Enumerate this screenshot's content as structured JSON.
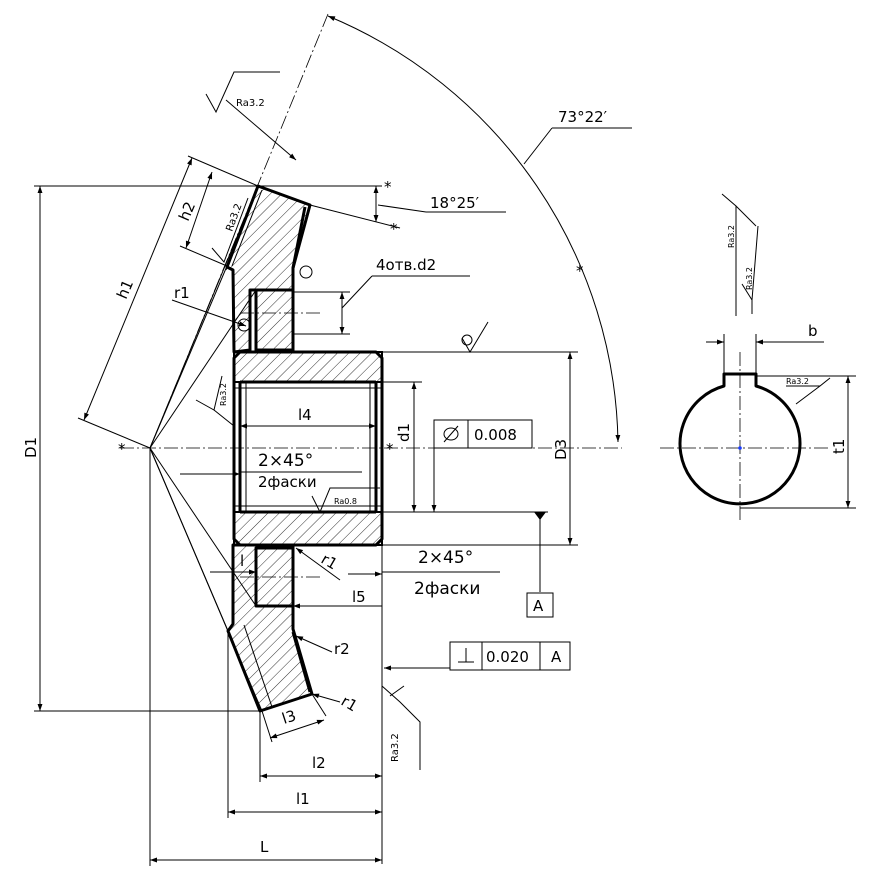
{
  "title": "",
  "labels": {
    "angle_outer": "73°22′",
    "angle_inner": "18°25′",
    "holes": "4отв.d2",
    "chamfer_top_size": "2×45°",
    "chamfer_top_count": "2фаски",
    "chamfer_bottom_size": "2×45°",
    "chamfer_bottom_count": "2фаски",
    "runout_tol": "0.008",
    "perp_tol": "0.020",
    "perp_datum": "A",
    "datum_A": "A",
    "dim_D1": "D1",
    "dim_D3": "D3",
    "dim_d1": "d1",
    "dim_l4": "l4",
    "dim_l5": "l5",
    "dim_l3": "l3",
    "dim_l2": "l2",
    "dim_l1": "l1",
    "dim_L": "L",
    "dim_l": "l",
    "dim_h1": "h1",
    "dim_h2": "h2",
    "dim_r1_a": "r1",
    "dim_r1_b": "r1",
    "dim_r1_c": "r1",
    "dim_r2": "r2",
    "dim_b": "b",
    "dim_t1": "t1",
    "ra_top": "Ra3.2",
    "ra_tooth": "Ra3.2",
    "ra_bore_left": "Ra3.2",
    "ra_bore": "Ra0.8",
    "ra_right": "Ra3.2",
    "ra_section_1": "Ra3.2",
    "ra_section_2": "Ra3.2",
    "ra_section_key": "Ra3.2"
  },
  "colors": {
    "line": "#000000",
    "background": "#ffffff",
    "center_mark": "#1a3cff"
  }
}
